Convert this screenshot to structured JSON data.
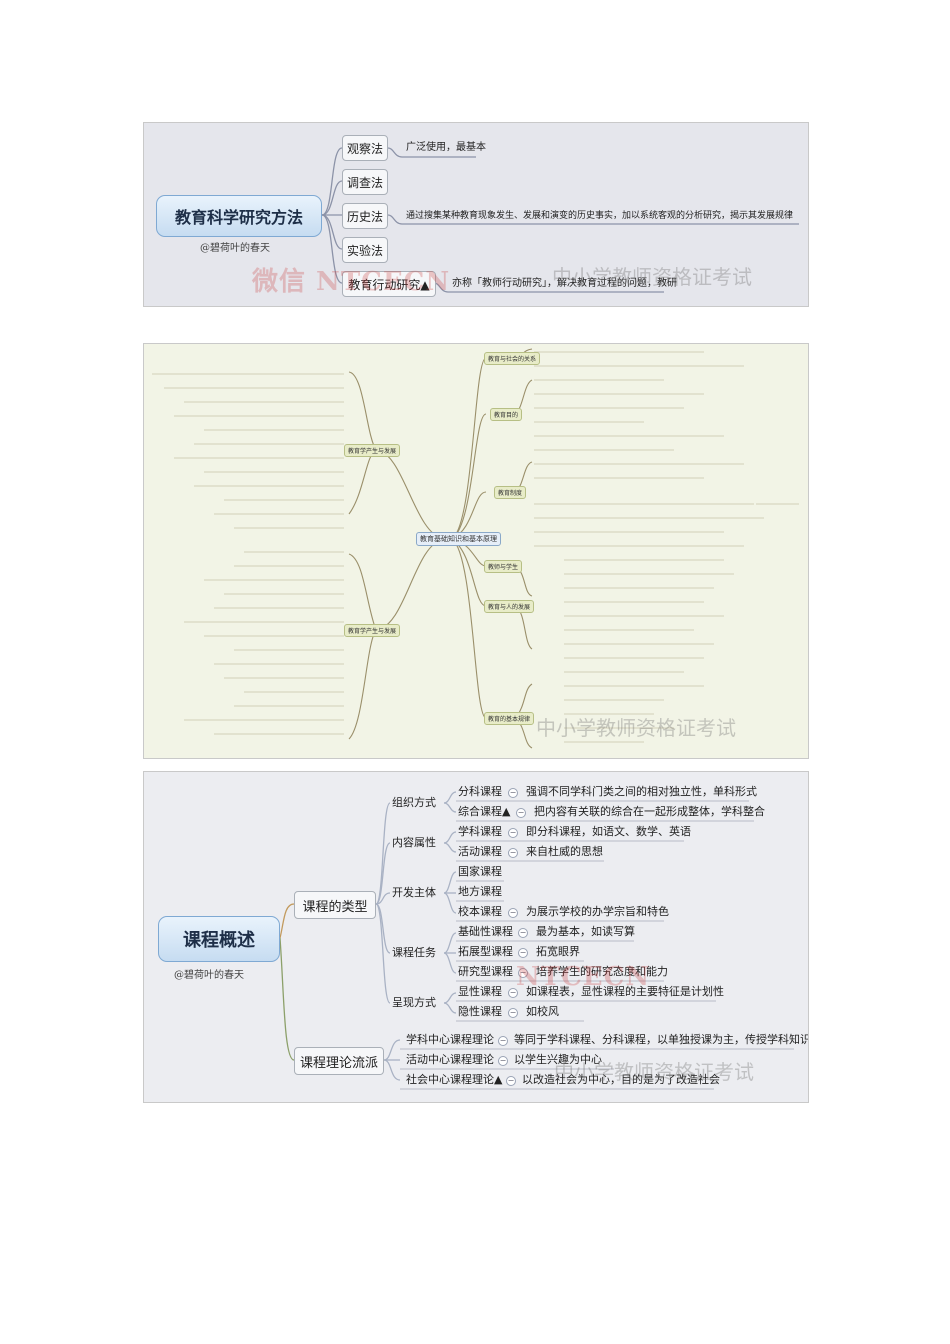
{
  "panel1": {
    "central": "教育科学研究方法",
    "author": "@碧荷叶的春天",
    "branches": [
      {
        "label": "观察法",
        "note": "广泛使用，最基本"
      },
      {
        "label": "调查法",
        "note": ""
      },
      {
        "label": "历史法",
        "note": "通过搜集某种教育现象发生、发展和演变的历史事实，加以系统客观的分析研究，揭示其发展规律"
      },
      {
        "label": "实验法",
        "note": ""
      },
      {
        "label": "教育行动研究▲",
        "note": "亦称「教师行动研究」，解决教育过程的问题，教研"
      }
    ],
    "watermark_left": "微信 NTCECN",
    "watermark_right": "中小学教师资格证考试"
  },
  "panel2": {
    "central": "教育基础知识和基本原理",
    "left_branches": [
      "教育学产生与发展",
      "教育学产生与发展"
    ],
    "right_branches": [
      "教育与社会的关系",
      "教育目的",
      "教育制度",
      "教师与学生",
      "教育与人的发展",
      "教育的基本规律"
    ],
    "watermark": "中小学教师资格证考试"
  },
  "panel3": {
    "central": "课程概述",
    "author": "@碧荷叶的春天",
    "groups": [
      {
        "label": "课程的类型",
        "subs": [
          {
            "label": "组织方式",
            "items": [
              {
                "label": "分科课程",
                "note": "强调不同学科门类之间的相对独立性，单科形式"
              },
              {
                "label": "综合课程▲",
                "note": "把内容有关联的综合在一起形成整体，学科整合"
              }
            ]
          },
          {
            "label": "内容属性",
            "items": [
              {
                "label": "学科课程",
                "note": "即分科课程，如语文、数学、英语"
              },
              {
                "label": "活动课程",
                "note": "来自杜威的思想"
              }
            ]
          },
          {
            "label": "开发主体",
            "items": [
              {
                "label": "国家课程",
                "note": ""
              },
              {
                "label": "地方课程",
                "note": ""
              },
              {
                "label": "校本课程",
                "note": "为展示学校的办学宗旨和特色"
              }
            ]
          },
          {
            "label": "课程任务",
            "items": [
              {
                "label": "基础性课程",
                "note": "最为基本，如读写算"
              },
              {
                "label": "拓展型课程",
                "note": "拓宽眼界"
              },
              {
                "label": "研究型课程",
                "note": "培养学生的研究态度和能力"
              }
            ]
          },
          {
            "label": "呈现方式",
            "items": [
              {
                "label": "显性课程",
                "note": "如课程表，显性课程的主要特征是计划性"
              },
              {
                "label": "隐性课程",
                "note": "如校风"
              }
            ]
          }
        ]
      },
      {
        "label": "课程理论流派",
        "items": [
          {
            "label": "学科中心课程理论",
            "note": "等同于学科课程、分科课程，以单独授课为主，传授学科知识"
          },
          {
            "label": "活动中心课程理论",
            "note": "以学生兴趣为中心"
          },
          {
            "label": "社会中心课程理论▲",
            "note": "以改造社会为中心，目的是为了改造社会"
          }
        ]
      }
    ],
    "watermark_left": "NTCECN",
    "watermark_right": "中小学教师资格证考试"
  }
}
